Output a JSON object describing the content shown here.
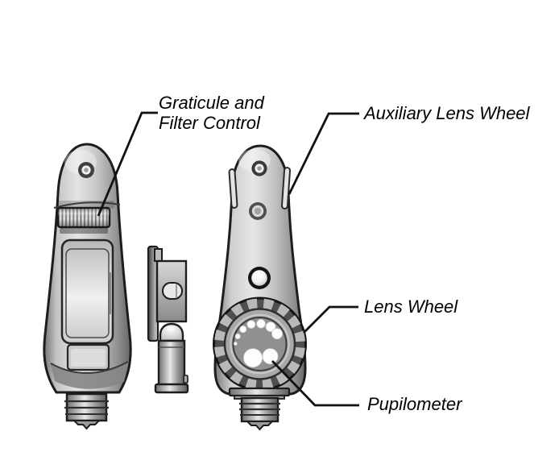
{
  "diagram": {
    "labels": {
      "graticule_line1": "Graticule and",
      "graticule_line2": "Filter Control",
      "auxiliary_lens_wheel": "Auxiliary Lens Wheel",
      "lens_wheel": "Lens Wheel",
      "pupilometer": "Pupilometer"
    },
    "colors": {
      "background": "#ffffff",
      "outline": "#1d1d1d",
      "leader_line": "#111111",
      "text": "#000000",
      "body_light": "#e4e4e4",
      "body_dark": "#6a6a6a",
      "wheel_dark": "#4f4f4f",
      "wheel_teeth": "#b9b9b9",
      "inner_disc": "#909090",
      "aperture_white": "#fdfdfd"
    }
  }
}
